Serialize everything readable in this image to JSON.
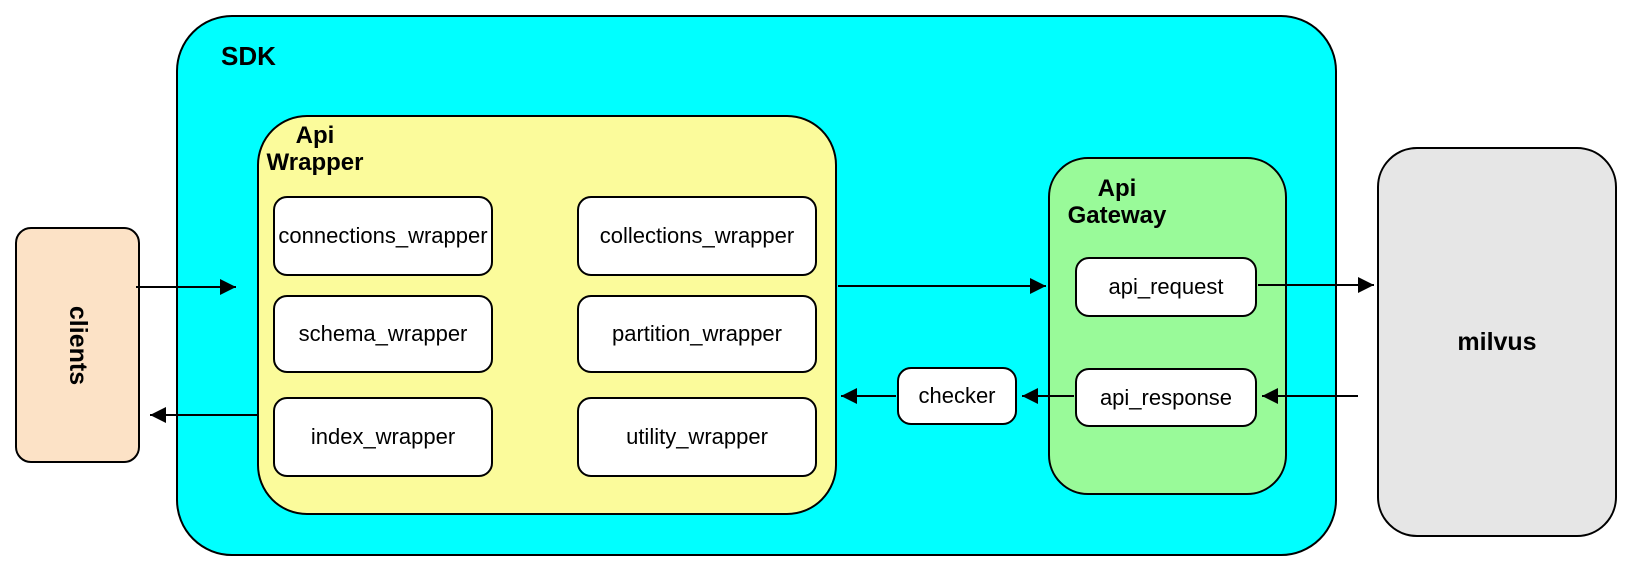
{
  "colors": {
    "sdk-fill": "#00ffff",
    "wrapper-fill": "#fbfb9b",
    "gateway-fill": "#99fa99",
    "clients-fill": "#fce2c6",
    "milvus-fill": "#e6e6e6",
    "box-fill": "#ffffff",
    "stroke": "#000000"
  },
  "sdk": {
    "label": "SDK"
  },
  "clients": {
    "label": "clients"
  },
  "milvus": {
    "label": "milvus"
  },
  "checker": {
    "label": "checker"
  },
  "api_wrapper": {
    "title": [
      "Api",
      "Wrapper"
    ],
    "boxes": [
      "connections_wrapper",
      "collections_wrapper",
      "schema_wrapper",
      "partition_wrapper",
      "index_wrapper",
      "utility_wrapper"
    ]
  },
  "api_gateway": {
    "title": [
      "Api",
      "Gateway"
    ],
    "boxes": [
      "api_request",
      "api_response"
    ]
  }
}
